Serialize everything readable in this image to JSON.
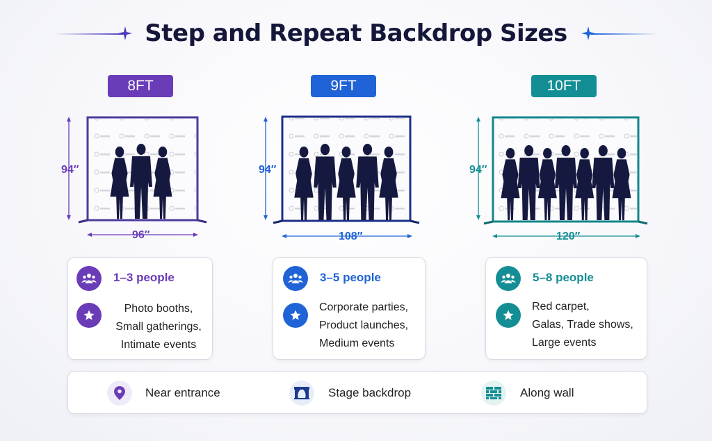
{
  "title": "Step and Repeat Backdrop Sizes",
  "colors": {
    "purple": "#6a3cb7",
    "blue": "#1f63d6",
    "teal": "#138e94",
    "navy": "#15173a"
  },
  "options": [
    {
      "size": "8FT",
      "height": "94″",
      "width": "96″",
      "people": "1–3 people",
      "events": "Photo booths,\nSmall gatherings,\nIntimate events",
      "person_count": 3
    },
    {
      "size": "9FT",
      "height": "94″",
      "width": "108″",
      "people": "3–5 people",
      "events": "Corporate parties,\nProduct launches,\nMedium events",
      "person_count": 5
    },
    {
      "size": "10FT",
      "height": "94′′",
      "width": "120′′",
      "people": "5–8 people",
      "events": "Red carpet,\nGalas, Trade shows,\nLarge events",
      "person_count": 7
    }
  ],
  "placements": [
    {
      "label": "Near entrance",
      "icon": "location-pin-icon"
    },
    {
      "label": "Stage backdrop",
      "icon": "stage-curtain-icon"
    },
    {
      "label": "Along wall",
      "icon": "brick-wall-icon"
    }
  ]
}
